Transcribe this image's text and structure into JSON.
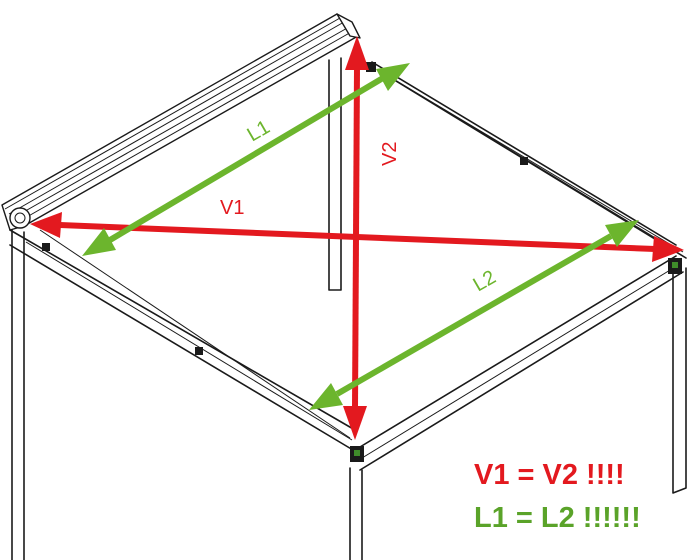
{
  "measurements": {
    "v1_label": "V1",
    "v2_label": "V2",
    "l1_label": "L1",
    "l2_label": "L2",
    "v_color": "#e3191f",
    "l_color": "#6cb52d"
  },
  "result": {
    "v_equation": "V1 = V2 !!!!",
    "l_equation": "L1 = L2 !!!!!!"
  }
}
